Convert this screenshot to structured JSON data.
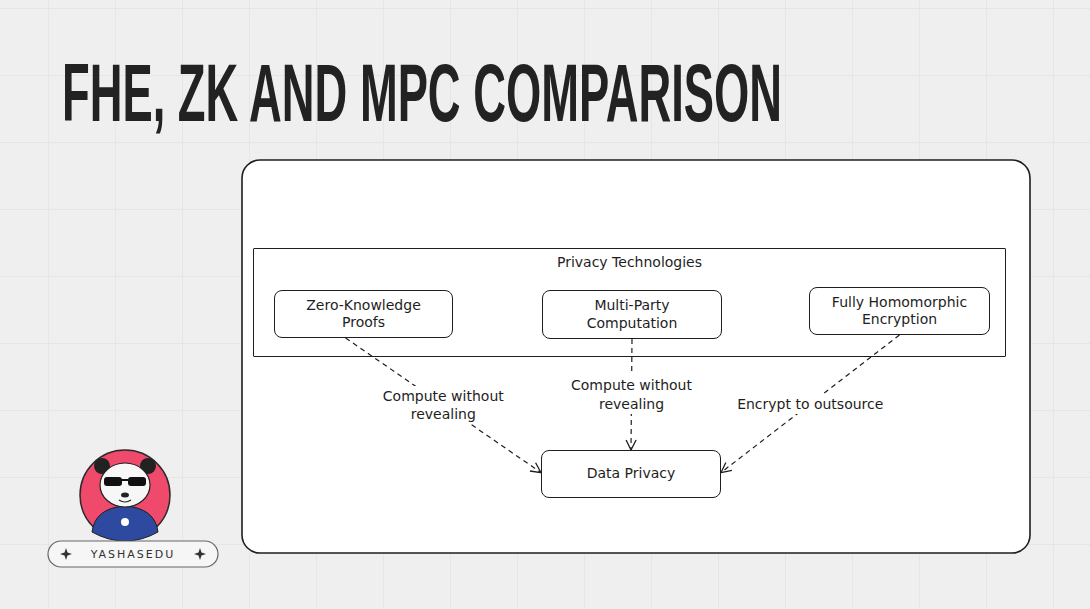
{
  "diagram": {
    "title": "FHE, ZK AND MPC COMPARISON",
    "nodes": [
      {
        "text": [
          "Privacy Technologies"
        ]
      },
      {
        "text": [
          "Zero-Knowledge Proofs"
        ],
        "in": 0
      },
      {
        "text": [
          "Multi-Party Computation"
        ],
        "in": 0
      },
      {
        "text": [
          "Fully Homomorphic Encryption"
        ],
        "in": 0
      },
      {
        "text": [
          "Data Privacy"
        ]
      }
    ],
    "edges": [
      {
        "from": 1,
        "to": 4,
        "label": "Compute without revealing",
        "arrow": "to"
      },
      {
        "from": 2,
        "to": 4,
        "label": "Compute without revealing",
        "arrow": "to"
      },
      {
        "from": 3,
        "to": 4,
        "label": "Encrypt to outsource",
        "arrow": "to"
      }
    ],
    "labels": [
      "YASHASEDU"
    ]
  }
}
